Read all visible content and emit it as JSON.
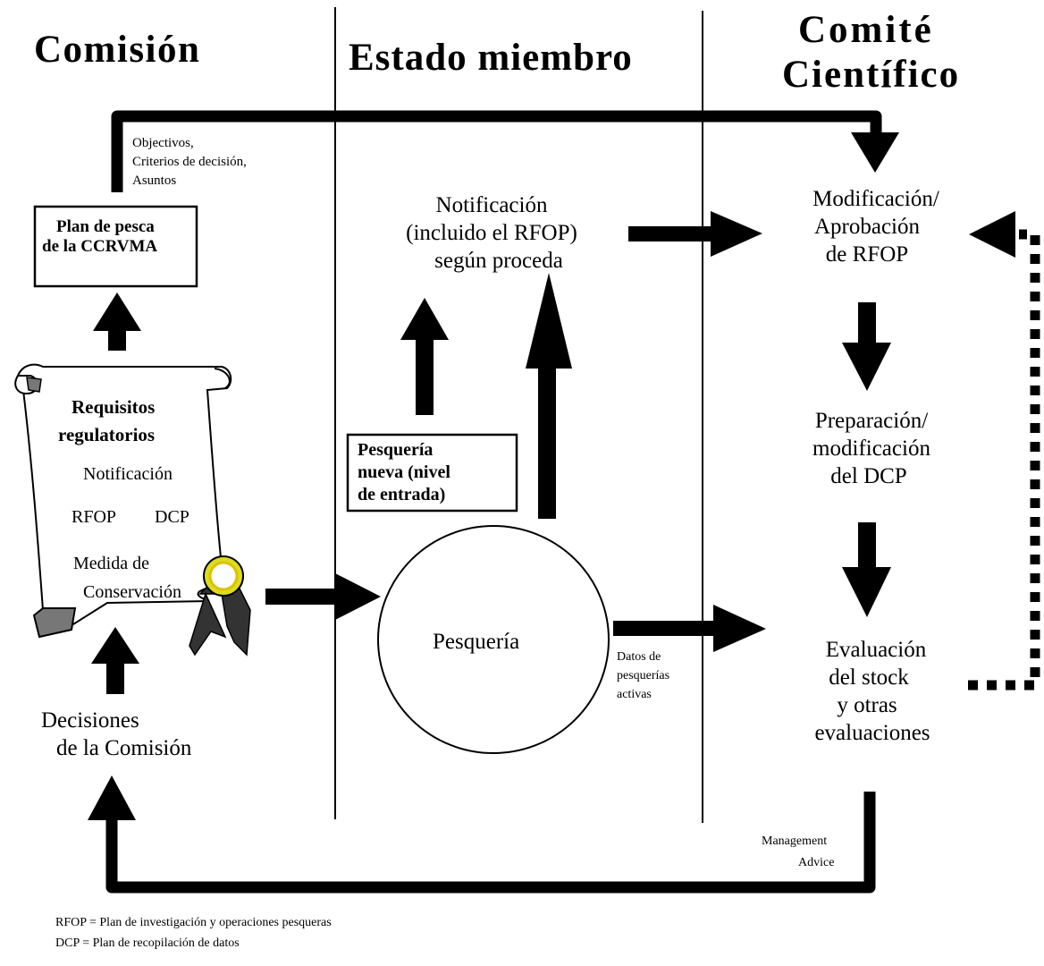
{
  "columns": {
    "comision": "Comisión",
    "estado": "Estado miembro",
    "comite_line1": "Comité",
    "comite_line2": "Científico"
  },
  "top_label": {
    "line1": "Objectivos,",
    "line2": "Criterios de decisión,",
    "line3": "Asuntos"
  },
  "plan_box": {
    "line1": "Plan de pesca",
    "line2": "de la CCRVMA"
  },
  "scroll": {
    "title1": "Requisitos",
    "title2": "regulatorios",
    "notificacion": "Notificación",
    "rfop": "RFOP",
    "dcp": "DCP",
    "medida": "Medida de",
    "conservacion": "Conservación"
  },
  "decisiones": {
    "line1": "Decisiones",
    "line2": "de la Comisión"
  },
  "notificacion": {
    "line1": "Notificación",
    "line2": "(incluido el RFOP)",
    "line3": "según proceda"
  },
  "nueva_box": {
    "line1": "Pesquería",
    "line2": "nueva (nivel",
    "line3": "de entrada)"
  },
  "pesqueria": "Pesquería",
  "datos": {
    "line1": "Datos de",
    "line2": "pesquerías",
    "line3": "activas"
  },
  "modificacion": {
    "line1": "Modificación/",
    "line2": "Aprobación",
    "line3": "de RFOP"
  },
  "preparacion": {
    "line1": "Preparación/",
    "line2": "modificación",
    "line3": "del DCP"
  },
  "evaluacion": {
    "line1": "Evaluación",
    "line2": "del stock",
    "line3": "y otras",
    "line4": "evaluaciones"
  },
  "management": {
    "line1": "Management",
    "line2": "Advice"
  },
  "footnotes": {
    "rfop": "RFOP = Plan de investigación y operaciones pesqueras",
    "dcp": "DCP = Plan de recopilación de datos"
  }
}
